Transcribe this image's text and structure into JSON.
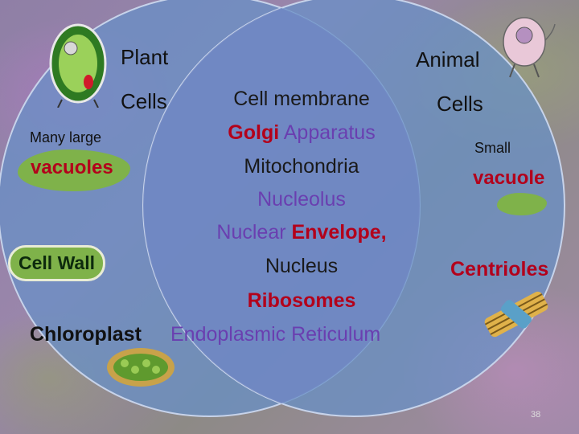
{
  "plant": {
    "line1": "Plant",
    "line2": "Cells",
    "vacuole_prefix": "Many large",
    "vacuole_word": "vacuoles",
    "cell_wall": "Cell Wall",
    "chloroplast": "Chloroplast"
  },
  "animal": {
    "line1": "Animal",
    "line2": "Cells",
    "vacuole_prefix": "Small",
    "vacuole_word": "vacuole",
    "centrioles": "Centrioles"
  },
  "shared": {
    "cell_membrane": "Cell membrane",
    "golgi_1": "Golgi",
    "golgi_2": " Apparatus",
    "mitochondria": "Mitochondria",
    "nucleolus": "Nucleolus",
    "nuclear_1": "Nuclear ",
    "nuclear_2": "Envelope",
    "nuclear_3": ",",
    "nucleus": "Nucleus",
    "ribosomes": "Ribosomes",
    "er": "Endoplasmic Reticulum"
  },
  "page_number": "38",
  "colors": {
    "left_circle": "#5f8ac4",
    "right_circle": "#5f8ac4",
    "overlap": "#6f84be",
    "accent_red": "#b3001b",
    "accent_purple": "#6a3fb0"
  }
}
